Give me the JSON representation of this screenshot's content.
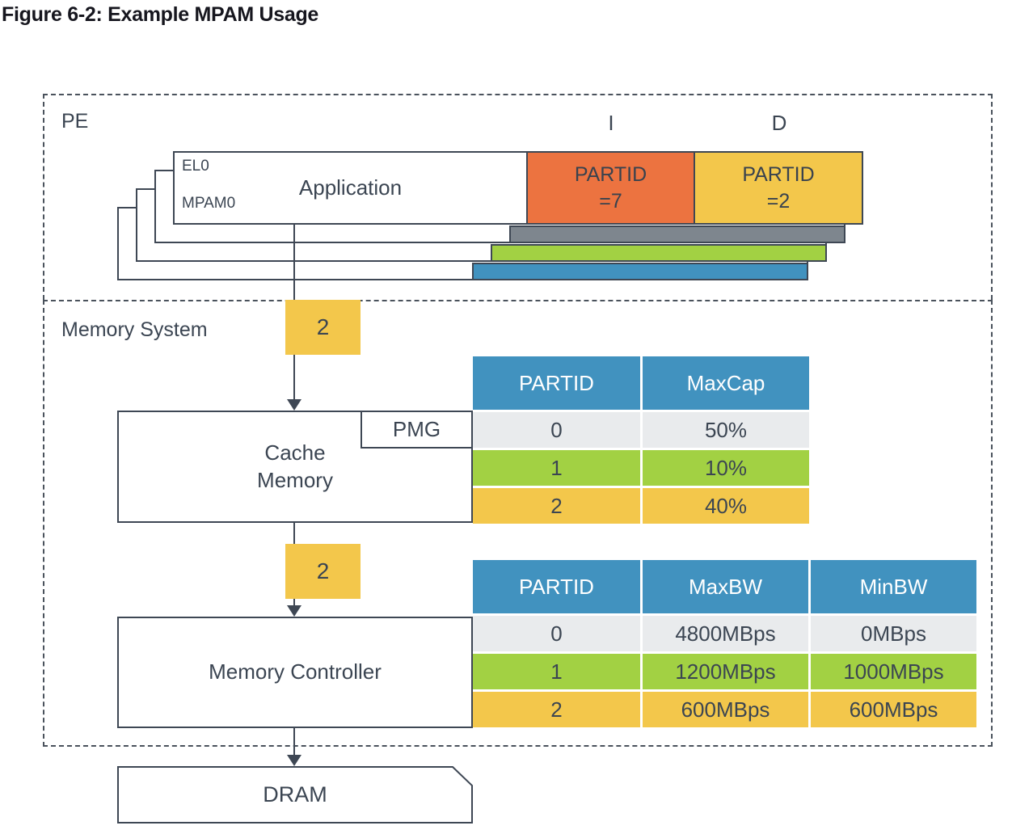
{
  "title": "Figure 6-2: Example MPAM Usage",
  "pe": {
    "label": "PE",
    "i_label": "I",
    "d_label": "D",
    "application": {
      "el0": "EL0",
      "mpam0": "MPAM0",
      "name": "Application"
    },
    "partid_i": {
      "line1": "PARTID",
      "line2": "=7"
    },
    "partid_d": {
      "line1": "PARTID",
      "line2": "=2"
    }
  },
  "memory_system": {
    "label": "Memory System",
    "cache_partid_value": "2",
    "mc_partid_value": "2",
    "cache_line1": "Cache",
    "cache_line2": "Memory",
    "pmg_label": "PMG",
    "memory_controller_label": "Memory Controller",
    "cache_table": {
      "headers": [
        "PARTID",
        "MaxCap"
      ],
      "rows": [
        [
          "0",
          "50%"
        ],
        [
          "1",
          "10%"
        ],
        [
          "2",
          "40%"
        ]
      ]
    },
    "mc_table": {
      "headers": [
        "PARTID",
        "MaxBW",
        "MinBW"
      ],
      "rows": [
        [
          "0",
          "4800MBps",
          "0MBps"
        ],
        [
          "1",
          "1200MBps",
          "1000MBps"
        ],
        [
          "2",
          "600MBps",
          "600MBps"
        ]
      ]
    }
  },
  "dram": {
    "label": "DRAM"
  },
  "colors": {
    "orange": "#EC7340",
    "yellow": "#F3C74B",
    "blue": "#4192BF",
    "green": "#A2D143",
    "gray_bar": "#7E868E",
    "row_gray": "#E9EBED",
    "line_dark": "#3E4754"
  }
}
